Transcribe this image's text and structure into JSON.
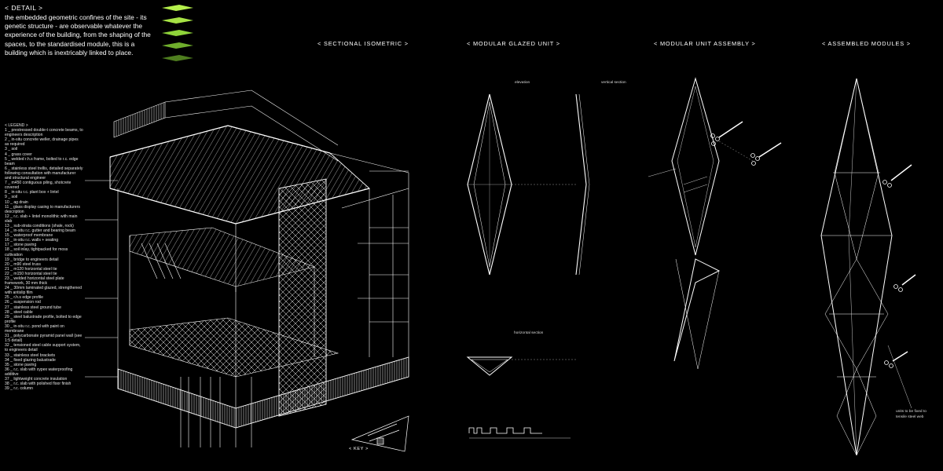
{
  "detail": {
    "title": "< DETAIL >",
    "text": "the embedded geometric confines of the site - its genetic structure - are observable whatever the experience of the building, from the shaping of the spaces, to the standardised module, this is a building which is inextricably linked to place."
  },
  "sections": {
    "sectional_isometric": "< SECTIONAL ISOMETRIC >",
    "modular_glazed_unit": "< MODULAR GLAZED UNIT >",
    "modular_unit_assembly": "< MODULAR UNIT ASSEMBLY >",
    "assembled_modules": "< ASSEMBLED MODULES >"
  },
  "glazed_unit_labels": {
    "elevation": "elevation",
    "vertical_section": "vertical section",
    "horizontal_section": "horizontal section"
  },
  "assembled_note": {
    "line1": "units to be fixed to",
    "line2": "tensile steel web"
  },
  "key_label": "< KEY >",
  "legend": {
    "title": "< LEGEND >",
    "items": [
      "1 _ prestressed double-t concrete beams, to engineers description",
      "2 _ in-situ concrete weller, drainage pipes as required",
      "3 _ soil",
      "4 _ grass cover",
      "5 _ welded r.h.s frame, bolted to r.c. edge beam",
      "6 _ stainless steel trellis, detailed separately following consultation with manufacturer and structural engineer",
      "7 _ m450 contiguous piling, shotcrete covered",
      "8 _ in-situ r.c. plant box + lintel",
      "9 _ soil",
      "10 _ ag drain",
      "11 _ glass display casing to manufacturers description",
      "12 _ r.c. slab + lintel monolithic with main slab",
      "13 _ sub-strata conditions (shale, rock)",
      "14 _ in-situ r.c. gutter and bearing beam",
      "15 _ waterproof membrane",
      "16 _ in-situ r.c. walls + seating",
      "17 _ stone paving",
      "18 _ soil inlay, tightpacked for moss cultivation",
      "19 _ bridge to engineers detail",
      "20 _ m90 steel truss",
      "21 _ m120 horizontal steel tie",
      "22 _ m150 horizontal steel tie",
      "23 _ welded horizontal steel plate framework, 30 mm thick",
      "24 _ 30mm laminated glazed, strengthened with antislip film",
      "25 _ r.h.s edge profile",
      "26 _ suspension rod",
      "27 _ stainless steel ground tube",
      "28 _ steel cable",
      "29 _ steel balustrade profile, bolted to edge profile",
      "30 _ in-situ r.c. pond with paint on membrane",
      "31 _ polycarbonate pyramid panel wall (see 1:5 detail)",
      "32 _ tensioned steel cable support system, to engineers detail",
      "33 _ stainless steel brackets",
      "34 _ fixed glazing balustrade",
      "35 _ stone paving",
      "36 _ r.c. slab with xypex waterproofing additive",
      "37 _ lightweight concrete insulation",
      "38 _ r.c. slab with polished floor finish",
      "39 _ r.c. column"
    ]
  },
  "colors": {
    "background": "#000000",
    "line": "#ffffff",
    "accent": "#8fd43a"
  }
}
